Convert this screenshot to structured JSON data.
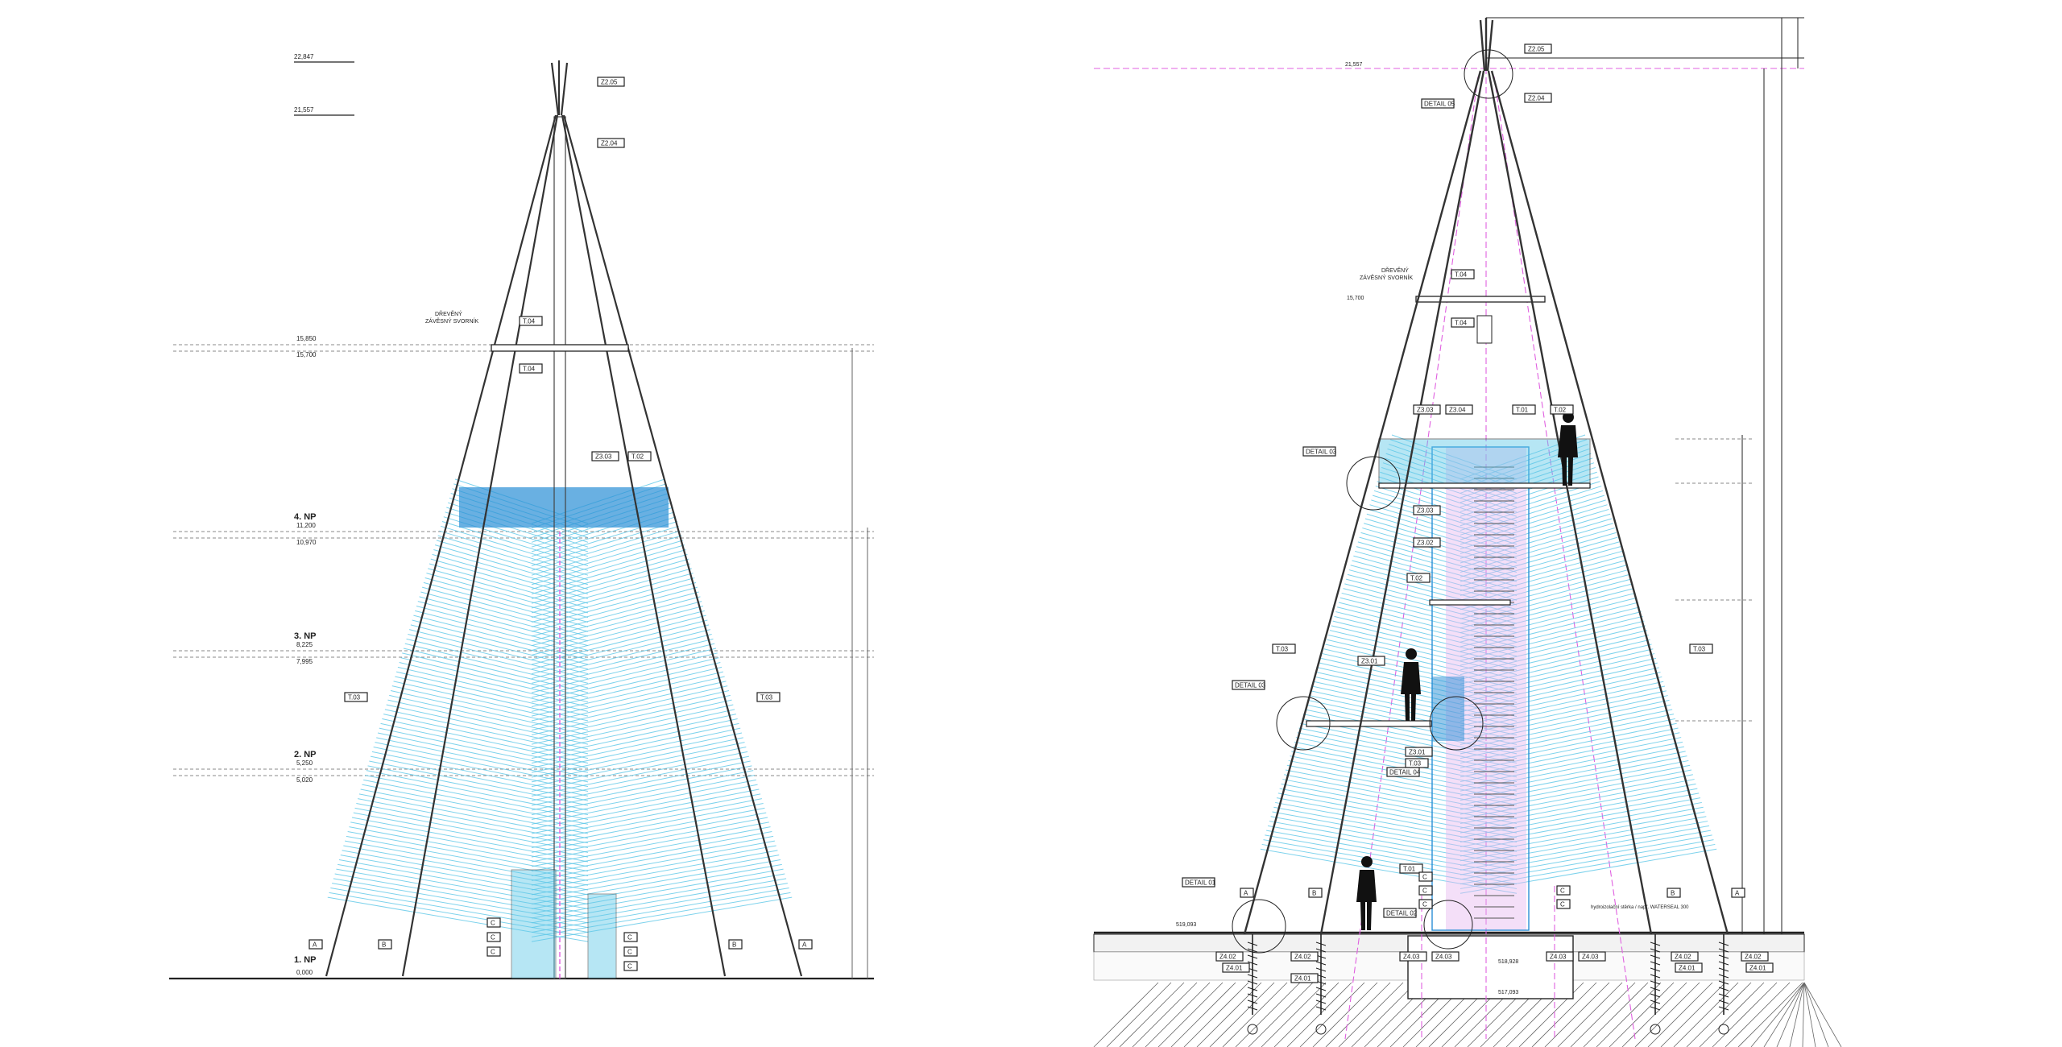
{
  "left_elevation": {
    "levels": [
      {
        "label": "",
        "elev": "22,847"
      },
      {
        "label": "",
        "elev": "21,557"
      },
      {
        "label": "",
        "elev": "15,850"
      },
      {
        "label": "",
        "elev": "15,700"
      },
      {
        "label": "4. NP",
        "elev": "11,200"
      },
      {
        "label": "",
        "elev": "10,970"
      },
      {
        "label": "3. NP",
        "elev": "8,225"
      },
      {
        "label": "",
        "elev": "7,995"
      },
      {
        "label": "2. NP",
        "elev": "5,250"
      },
      {
        "label": "",
        "elev": "5,020"
      },
      {
        "label": "1. NP",
        "elev": "0,000"
      }
    ],
    "clamp_note_line1": "DŘEVĚNÝ",
    "clamp_note_line2": "ZÁVĚSNÝ SVORNÍK",
    "tags": [
      "Z2.05",
      "Z2.04",
      "T.04",
      "T.04",
      "Z3.03",
      "T.02",
      "T.03",
      "T.03",
      "A",
      "B",
      "B",
      "A",
      "C",
      "C",
      "C",
      "C",
      "C",
      "C"
    ]
  },
  "right_section": {
    "top_elev": "21,557",
    "mid_elev": "15,700",
    "ground_elev": "519,093",
    "foundation_elev_1": "518,928",
    "foundation_elev_2": "517,093",
    "clamp_note_line1": "DŘEVĚNÝ",
    "clamp_note_line2": "ZÁVĚSNÝ SVORNÍK",
    "details": [
      "DETAIL 05",
      "DETAIL 03",
      "DETAIL 03",
      "DETAIL 04",
      "DETAIL 01",
      "DETAIL 02"
    ],
    "tags": [
      "Z2.05",
      "Z2.04",
      "T.04",
      "T.04",
      "Z3.03",
      "Z3.04",
      "T.01",
      "T.02",
      "Z3.03",
      "Z3.02",
      "T.02",
      "T.03",
      "T.03",
      "Z3.01",
      "Z3.01",
      "T.03",
      "T.01",
      "Z4.02",
      "Z4.01",
      "Z4.02",
      "Z4.01",
      "Z4.03",
      "Z4.03",
      "Z4.03",
      "Z4.03",
      "Z4.02",
      "Z4.01",
      "Z4.02",
      "Z4.01",
      "A",
      "B",
      "B",
      "A",
      "C",
      "C",
      "C",
      "C",
      "C"
    ],
    "waterproof_note": "hydroizolační stěrka / např. WATERSEAL 300"
  },
  "colors": {
    "line": "#222222",
    "cyan": "#5ec8e8",
    "blue": "#2a8fd6",
    "magenta": "#e060e0",
    "hatch": "#555555"
  }
}
